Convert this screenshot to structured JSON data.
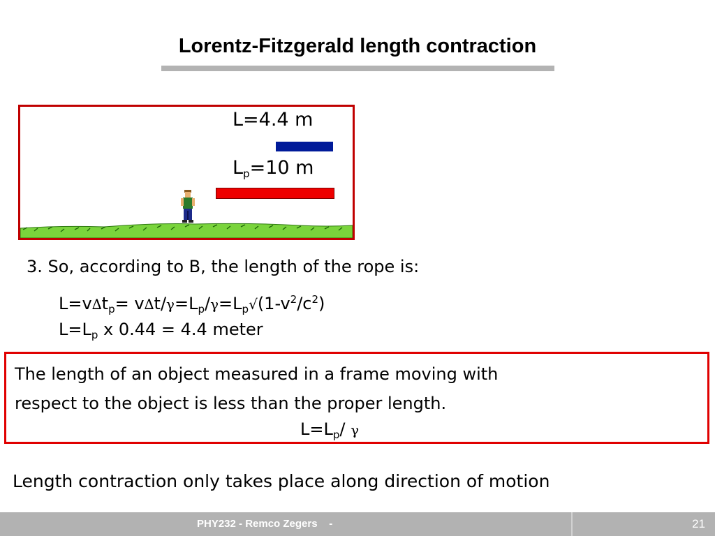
{
  "slide": {
    "title": "Lorentz-Fitzgerald length contraction"
  },
  "scene": {
    "contracted_label": "L=4.4 m",
    "proper_label_L": "L",
    "proper_label_sub": "p",
    "proper_label_rest": "=10 m",
    "colors": {
      "contracted_rod": "#001a99",
      "proper_rod": "#ee0000",
      "grass": "#7ad43c",
      "frame": "#c00000"
    },
    "icons": {
      "observer": "person-icon",
      "ground": "grass-hill"
    }
  },
  "content": {
    "step": "3. So, according to B,  the length of the rope is:",
    "eq1": [
      "L=v",
      "∆",
      "t",
      "p",
      "= v",
      "∆",
      "t/",
      "γ",
      "=L",
      "p",
      "/",
      "γ",
      "=L",
      "p",
      "√",
      "(1-v",
      "2",
      "/c",
      "2",
      ")"
    ],
    "eq2": [
      "L=L",
      "p",
      " x 0.44 = 4.4 meter"
    ]
  },
  "definition": {
    "line1": "The length of an object measured in a frame moving with",
    "line2": "respect to the object is less than the proper length.",
    "formula": [
      "L=L",
      "p",
      "/ ",
      "γ"
    ]
  },
  "note": "Length contraction only takes place along direction of motion",
  "footer": {
    "text": "PHY232 - Remco Zegers    -",
    "page": "21"
  }
}
